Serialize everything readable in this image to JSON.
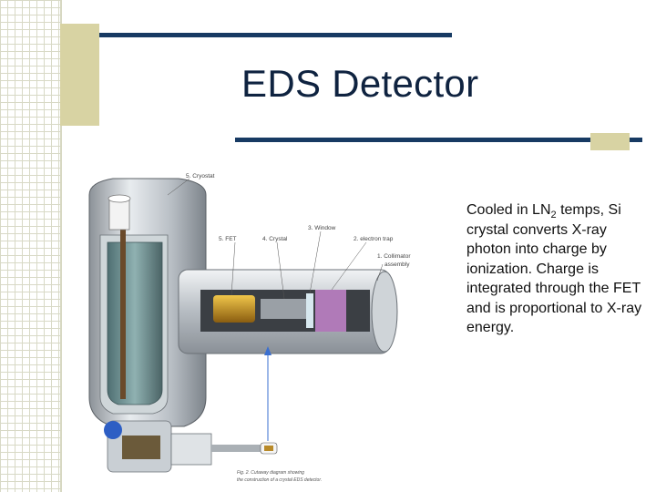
{
  "slide": {
    "title": "EDS Detector",
    "body_before_sub": "Cooled in LN",
    "body_sub": "2",
    "body_after_sub": " temps, Si crystal converts X-ray photon into charge by ionization.  Charge is integrated through the FET and is proportional to X-ray energy."
  },
  "diagram": {
    "labels": {
      "crystal_top": "5. Cryostat",
      "window": "3. Window",
      "fet": "5. FET",
      "crystal": "4. Crystal",
      "electron_trap": "2. electron trap",
      "collimator_1": "1. Collimator",
      "collimator_2": "assembly"
    },
    "caption_1": "Fig. 2. Cutaway diagram showing",
    "caption_2": "the construction of a crystal EDS detector."
  },
  "colors": {
    "accent": "#173a63",
    "block": "#d8d3a3"
  }
}
